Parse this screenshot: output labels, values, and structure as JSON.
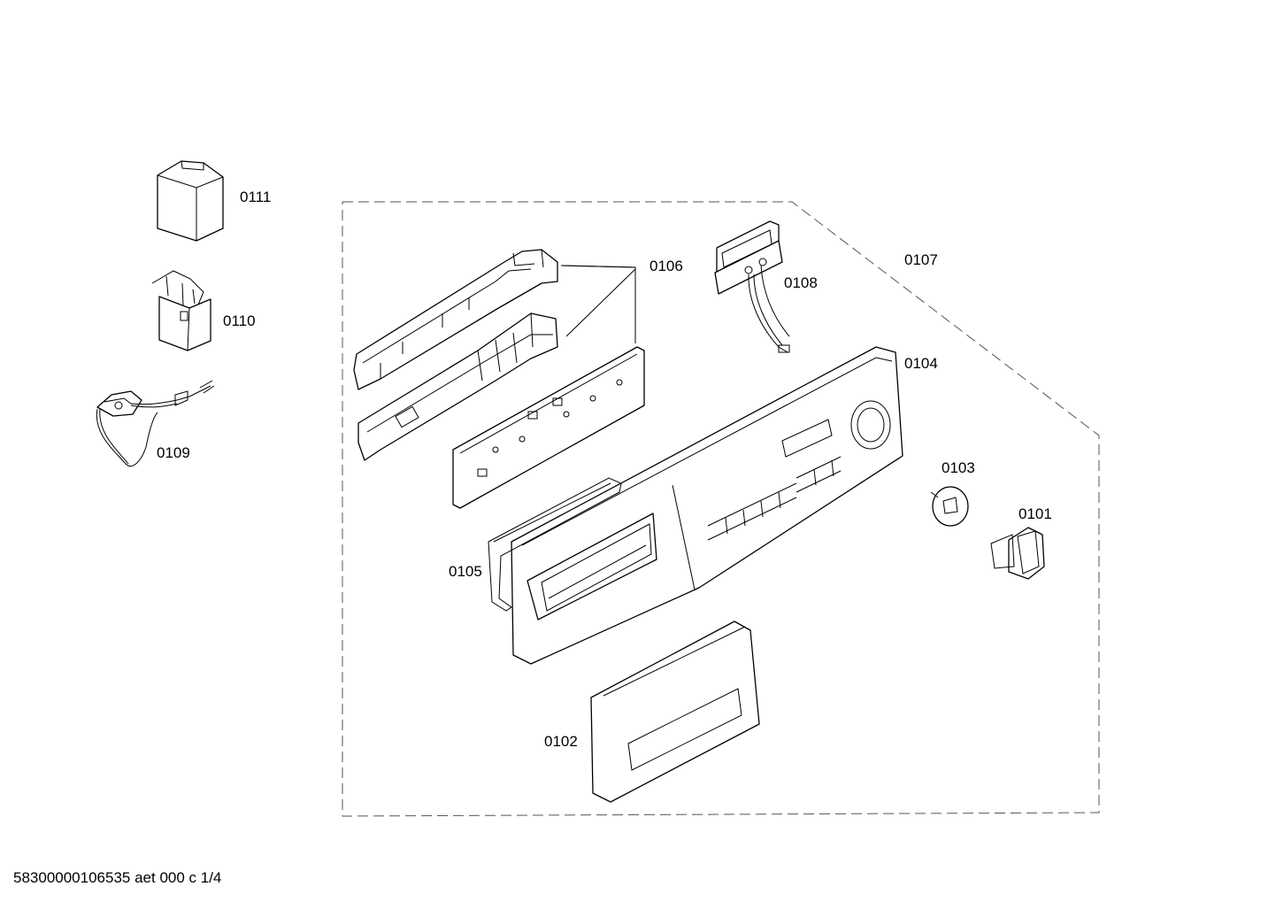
{
  "parts": [
    {
      "id": "p0101",
      "label": "0101"
    },
    {
      "id": "p0102",
      "label": "0102"
    },
    {
      "id": "p0103",
      "label": "0103"
    },
    {
      "id": "p0104",
      "label": "0104"
    },
    {
      "id": "p0105",
      "label": "0105"
    },
    {
      "id": "p0106",
      "label": "0106"
    },
    {
      "id": "p0107",
      "label": "0107"
    },
    {
      "id": "p0108",
      "label": "0108"
    },
    {
      "id": "p0109",
      "label": "0109"
    },
    {
      "id": "p0110",
      "label": "0110"
    },
    {
      "id": "p0111",
      "label": "0111"
    }
  ],
  "footer": {
    "text": "58300000106535 aet 000 c 1/4"
  }
}
